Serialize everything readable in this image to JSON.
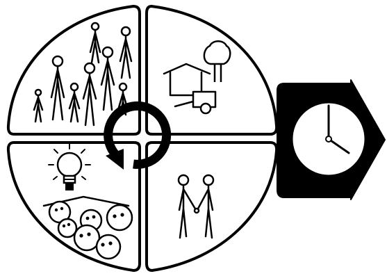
{
  "diagram": {
    "colors": {
      "stroke": "#000000",
      "background": "#ffffff",
      "arrow_fill": "#000000",
      "clock_face": "#ffffff"
    },
    "quadrants": [
      {
        "name": "people-group",
        "icon": "stick-figures-icon"
      },
      {
        "name": "house-and-tree",
        "icon": "house-icon"
      },
      {
        "name": "lightbulb-and-crowd",
        "icon": "lightbulb-icon"
      },
      {
        "name": "handshake",
        "icon": "handshake-icon"
      }
    ],
    "center_icon": "cycle-arrow-icon",
    "arrow_icon": "right-arrow-icon",
    "clock_icon": "clock-icon",
    "clock_time": {
      "hour": 4,
      "minute": 0
    }
  }
}
